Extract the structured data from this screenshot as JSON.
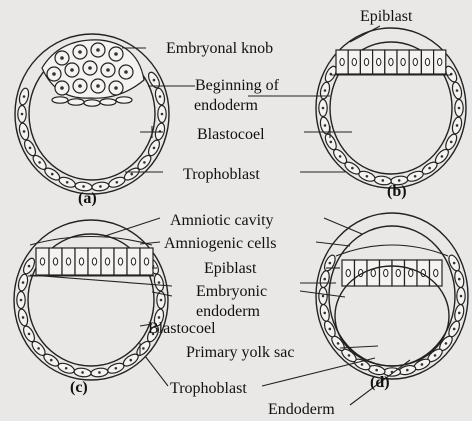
{
  "labels": {
    "epiblast_b": "Epiblast",
    "embryonal_knob": "Embryonal knob",
    "beginning_of": "Beginning of",
    "endoderm_line2": "endoderm",
    "blastocoel_ab": "Blastocoel",
    "trophoblast_ab": "Trophoblast",
    "amniotic_cavity": "Amniotic cavity",
    "amniogenic_cells": "Amniogenic cells",
    "epiblast_cd": "Epiblast",
    "embryonic": "Embryonic",
    "endoderm_cd": "endoderm",
    "blastocoel_c": "Blastocoel",
    "primary_yolk_sac": "Primary yolk sac",
    "trophoblast_cd": "Trophoblast",
    "endoderm_d": "Endoderm"
  },
  "panels": {
    "a": "(a)",
    "b": "(b)",
    "c": "(c)",
    "d": "(d)"
  }
}
